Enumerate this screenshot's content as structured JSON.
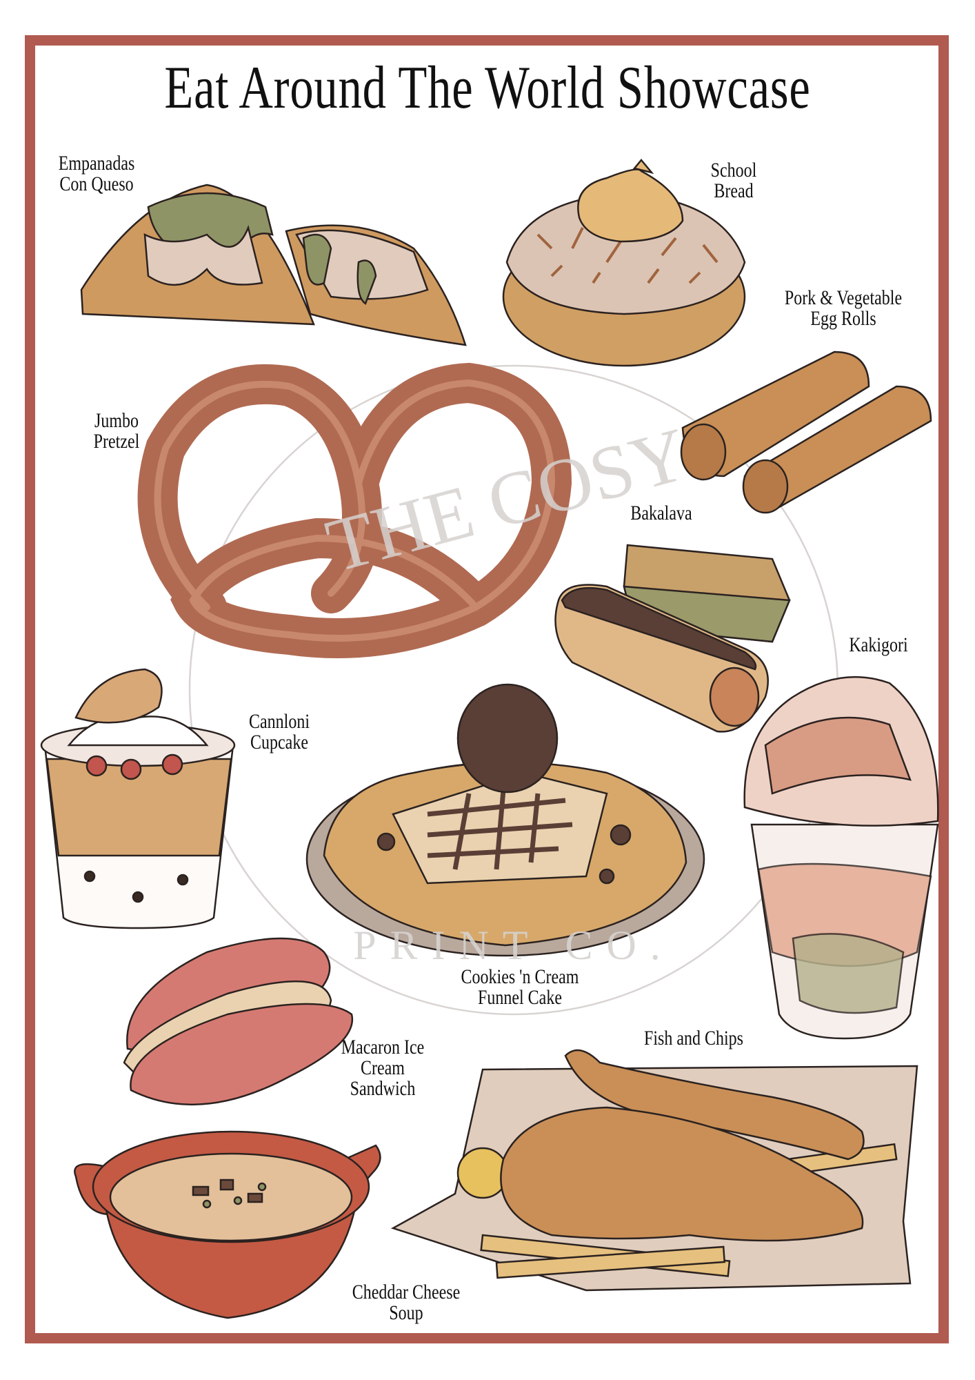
{
  "title": "Eat Around The World Showcase",
  "watermark": "THE COSY PRINT CO.",
  "items": [
    {
      "id": "empanadas",
      "lines": [
        "Empanadas",
        "Con Queso"
      ]
    },
    {
      "id": "school-bread",
      "lines": [
        "School",
        "Bread"
      ]
    },
    {
      "id": "egg-rolls",
      "lines": [
        "Pork & Vegetable",
        "Egg Rolls"
      ]
    },
    {
      "id": "pretzel",
      "lines": [
        "Jumbo",
        "Pretzel"
      ]
    },
    {
      "id": "baklava",
      "lines": [
        "Bakalava"
      ]
    },
    {
      "id": "kakigori",
      "lines": [
        "Kakigori"
      ]
    },
    {
      "id": "cupcake",
      "lines": [
        "Cannloni",
        "Cupcake"
      ]
    },
    {
      "id": "funnel-cake",
      "lines": [
        "Cookies 'n Cream",
        "Funnel Cake"
      ]
    },
    {
      "id": "fish-chips",
      "lines": [
        "Fish and Chips"
      ]
    },
    {
      "id": "macaron",
      "lines": [
        "Macaron Ice",
        "Cream",
        "Sandwich"
      ]
    },
    {
      "id": "soup",
      "lines": [
        "Cheddar Cheese",
        "Soup"
      ]
    }
  ],
  "colors": {
    "border": "#b05a50",
    "pastry": "#cf9a60",
    "pretzel": "#b06a52",
    "cream": "#e8d2bf",
    "sauce": "#8f9466",
    "chocolate": "#5a3f36",
    "macaron": "#d57a72",
    "soup_pot": "#c45a44",
    "soup": "#e3c09a",
    "plate": "#b9a89c"
  }
}
